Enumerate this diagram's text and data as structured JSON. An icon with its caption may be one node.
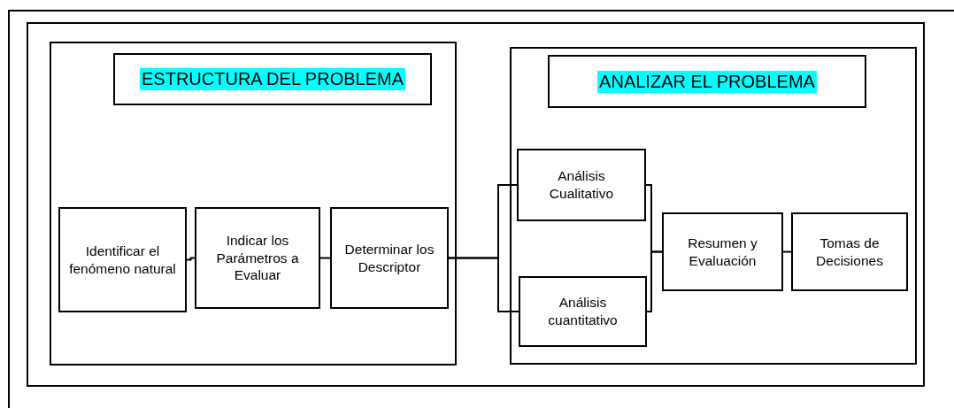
{
  "diagram": {
    "nodes": [
      {
        "text": [],
        "shape": "box"
      },
      {
        "text": [
          "ESTRUCTURA DEL PROBLEMA"
        ],
        "in": 0
      },
      {
        "text": [
          "Identificar el fenómeno natural"
        ],
        "in": 0
      },
      {
        "text": [
          "Indicar los Parámetros a Evaluar"
        ],
        "in": 0
      },
      {
        "text": [
          "Determinar los Descriptor"
        ],
        "in": 0
      },
      {
        "text": [],
        "shape": "box"
      },
      {
        "text": [
          "ANALIZAR EL PROBLEMA"
        ],
        "in": 5
      },
      {
        "text": [
          "Análisis Cualitativo"
        ],
        "in": 5
      },
      {
        "text": [
          "Análisis cuantitativo"
        ],
        "in": 5
      },
      {
        "text": [
          "Resumen y Evaluación"
        ],
        "in": 5
      },
      {
        "text": [
          "Tomas de Decisiones"
        ],
        "in": 5
      }
    ],
    "edges": [
      {
        "from": 2,
        "to": 3,
        "arrow": "none"
      },
      {
        "from": 3,
        "to": 4,
        "arrow": "none"
      },
      {
        "from": 4,
        "to": 7,
        "arrow": "none"
      },
      {
        "from": 4,
        "to": 8,
        "arrow": "none"
      },
      {
        "from": 7,
        "to": 9,
        "arrow": "none"
      },
      {
        "from": 8,
        "to": 9,
        "arrow": "none"
      },
      {
        "from": 9,
        "to": 10,
        "arrow": "none"
      }
    ]
  }
}
